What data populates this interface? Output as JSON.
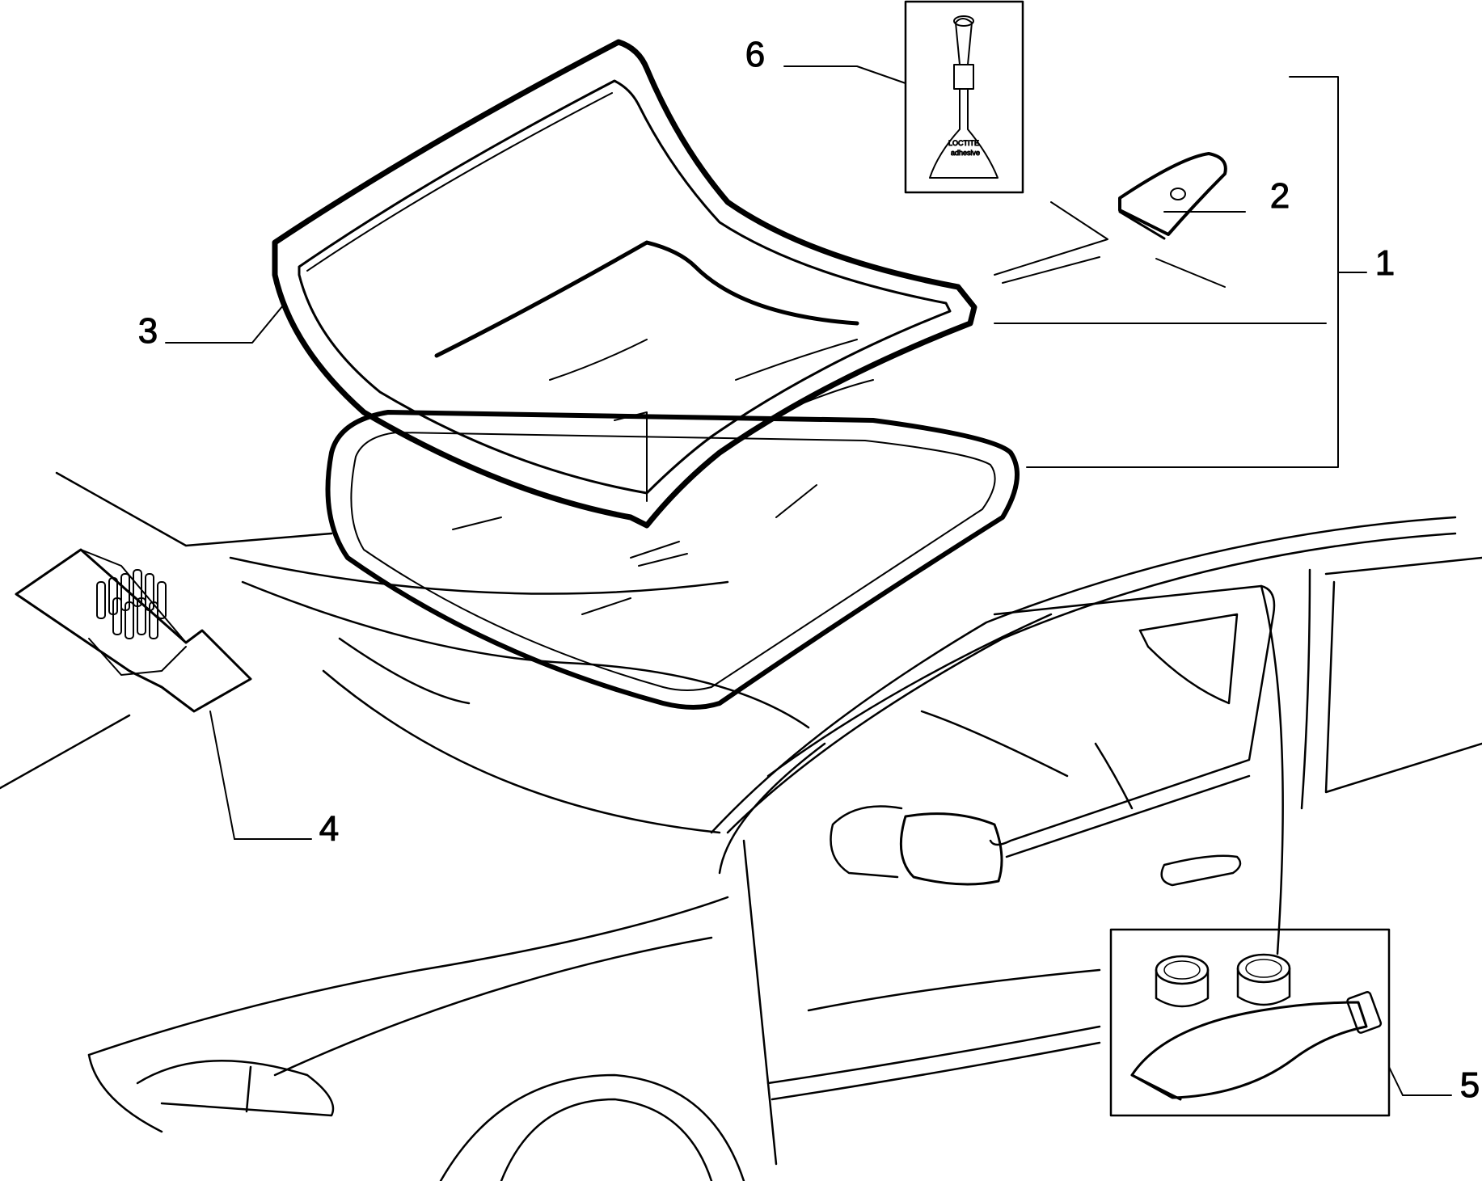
{
  "diagram": {
    "callouts": [
      {
        "id": "1",
        "label": "1"
      },
      {
        "id": "2",
        "label": "2"
      },
      {
        "id": "3",
        "label": "3"
      },
      {
        "id": "4",
        "label": "4"
      },
      {
        "id": "5",
        "label": "5"
      },
      {
        "id": "6",
        "label": "6"
      }
    ],
    "adhesive_inset": {
      "brand": "LOCTITE",
      "product": "adhesive"
    }
  }
}
